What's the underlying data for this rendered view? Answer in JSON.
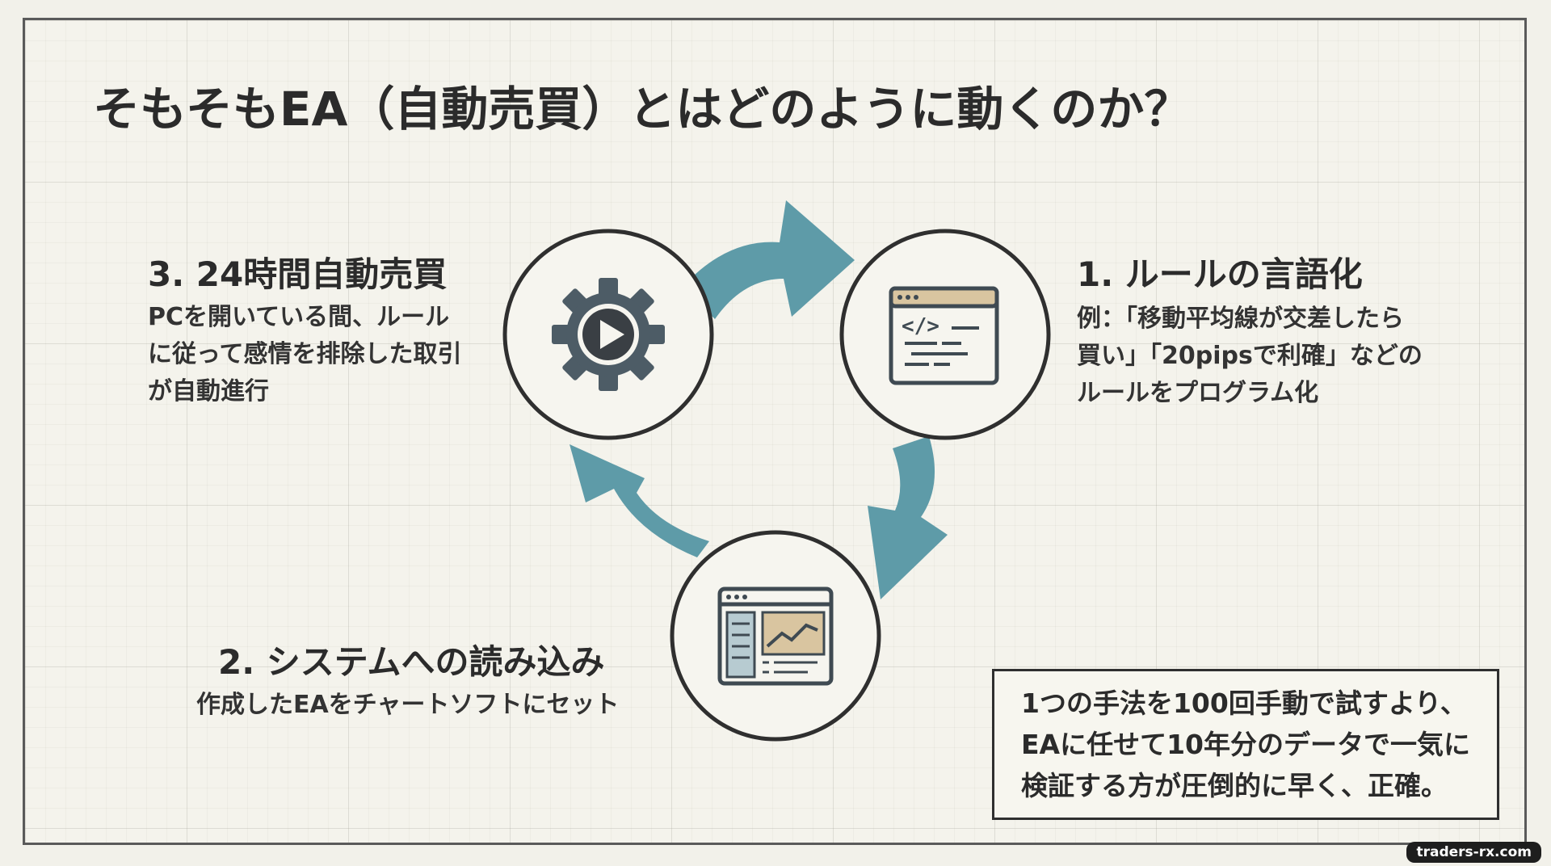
{
  "title": "そもそもEA（自動売買）とはどのように動くのか？",
  "steps": [
    {
      "title": "1. ルールの言語化",
      "desc_lines": [
        "例：「移動平均線が交差したら",
        "買い」「20pipsで利確」などの",
        "ルールをプログラム化"
      ],
      "icon": "code-window-icon"
    },
    {
      "title": "2. システムへの読み込み",
      "desc_lines": [
        "作成したEAをチャートソフトにセット"
      ],
      "icon": "chart-window-icon"
    },
    {
      "title": "3.  24時間自動売買",
      "desc_lines": [
        "PCを開いている間、ルール",
        "に従って感情を排除した取引",
        "が自動進行"
      ],
      "icon": "gear-play-icon"
    }
  ],
  "note_lines": [
    "1つの手法を100回手動で試すより、",
    "EAに任せて10年分のデータで一気に",
    "検証する方が圧倒的に早く、正確。"
  ],
  "watermark": "traders-rx.com",
  "colors": {
    "arrow": "#5e9ba8",
    "circle_border": "#2f2f2f",
    "icon_dark": "#3f4a52",
    "icon_tan": "#d9c5a0",
    "icon_blue": "#b7cbd1"
  }
}
